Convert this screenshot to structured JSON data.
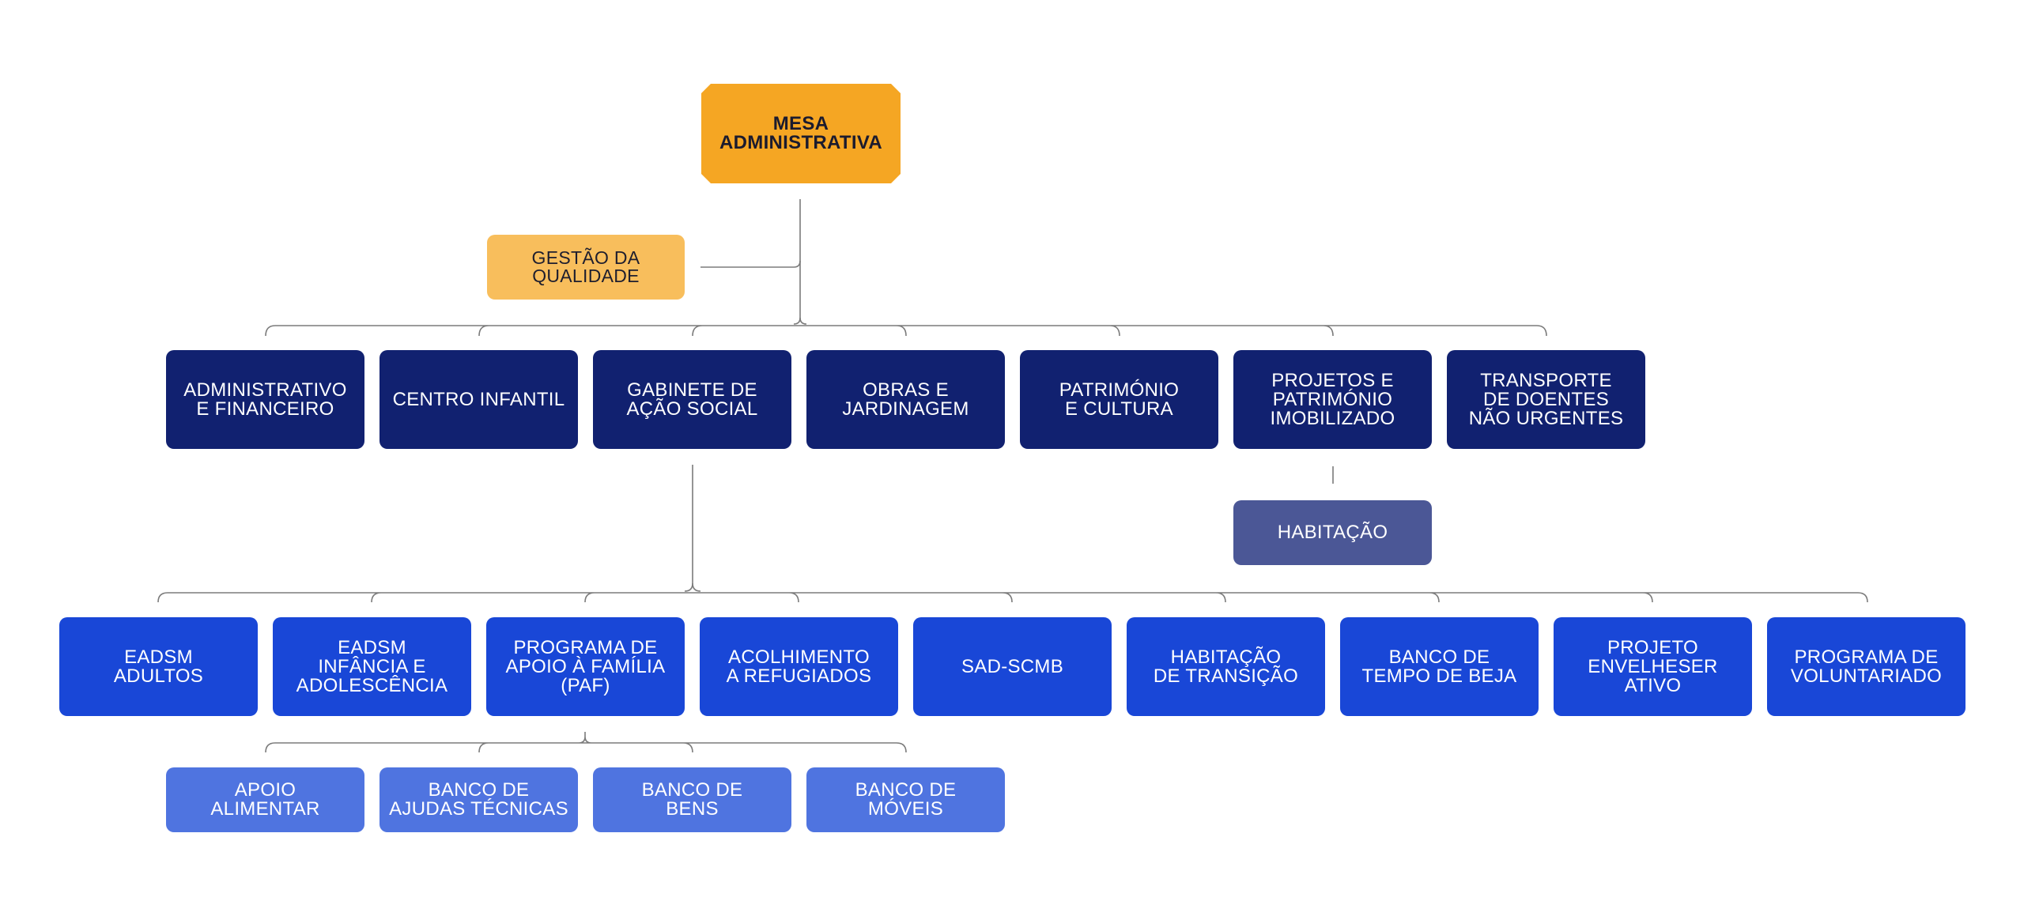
{
  "root": {
    "label": "MESA\nADMINISTRATIVA"
  },
  "quality": {
    "label": "GESTÃO DA\nQUALIDADE"
  },
  "departments": [
    {
      "label": "ADMINISTRATIVO\nE FINANCEIRO"
    },
    {
      "label": "CENTRO INFANTIL"
    },
    {
      "label": "GABINETE DE\nAÇÃO SOCIAL"
    },
    {
      "label": "OBRAS E\nJARDINAGEM"
    },
    {
      "label": "PATRIMÓNIO\nE CULTURA"
    },
    {
      "label": "PROJETOS E\nPATRIMÓNIO\nIMOBILIZADO"
    },
    {
      "label": "TRANSPORTE\nDE DOENTES\nNÃO URGENTES"
    }
  ],
  "housing": {
    "label": "HABITAÇÃO"
  },
  "social_programs": [
    {
      "label": "EADSM\nADULTOS"
    },
    {
      "label": "EADSM\nINFÂNCIA E\nADOLESCÊNCIA"
    },
    {
      "label": "PROGRAMA DE\nAPOIO À FAMÍLIA\n(PAF)"
    },
    {
      "label": "ACOLHIMENTO\nA REFUGIADOS"
    },
    {
      "label": "SAD-SCMB"
    },
    {
      "label": "HABITAÇÃO\nDE TRANSIÇÃO"
    },
    {
      "label": "BANCO DE\nTEMPO DE BEJA"
    },
    {
      "label": "PROJETO\nENVELHESER\nATIVO"
    },
    {
      "label": "PROGRAMA DE\nVOLUNTARIADO"
    }
  ],
  "paf_units": [
    {
      "label": "APOIO\nALIMENTAR"
    },
    {
      "label": "BANCO DE\nAJUDAS TÉCNICAS"
    },
    {
      "label": "BANCO DE\nBENS"
    },
    {
      "label": "BANCO DE\nMÓVEIS"
    }
  ],
  "colors": {
    "root": "#f5a623",
    "quality": "#f8be5c",
    "department": "#112170",
    "housing": "#4b5796",
    "program": "#1947d7",
    "paf_unit": "#4f74e0",
    "connector": "#7b7b7b"
  }
}
